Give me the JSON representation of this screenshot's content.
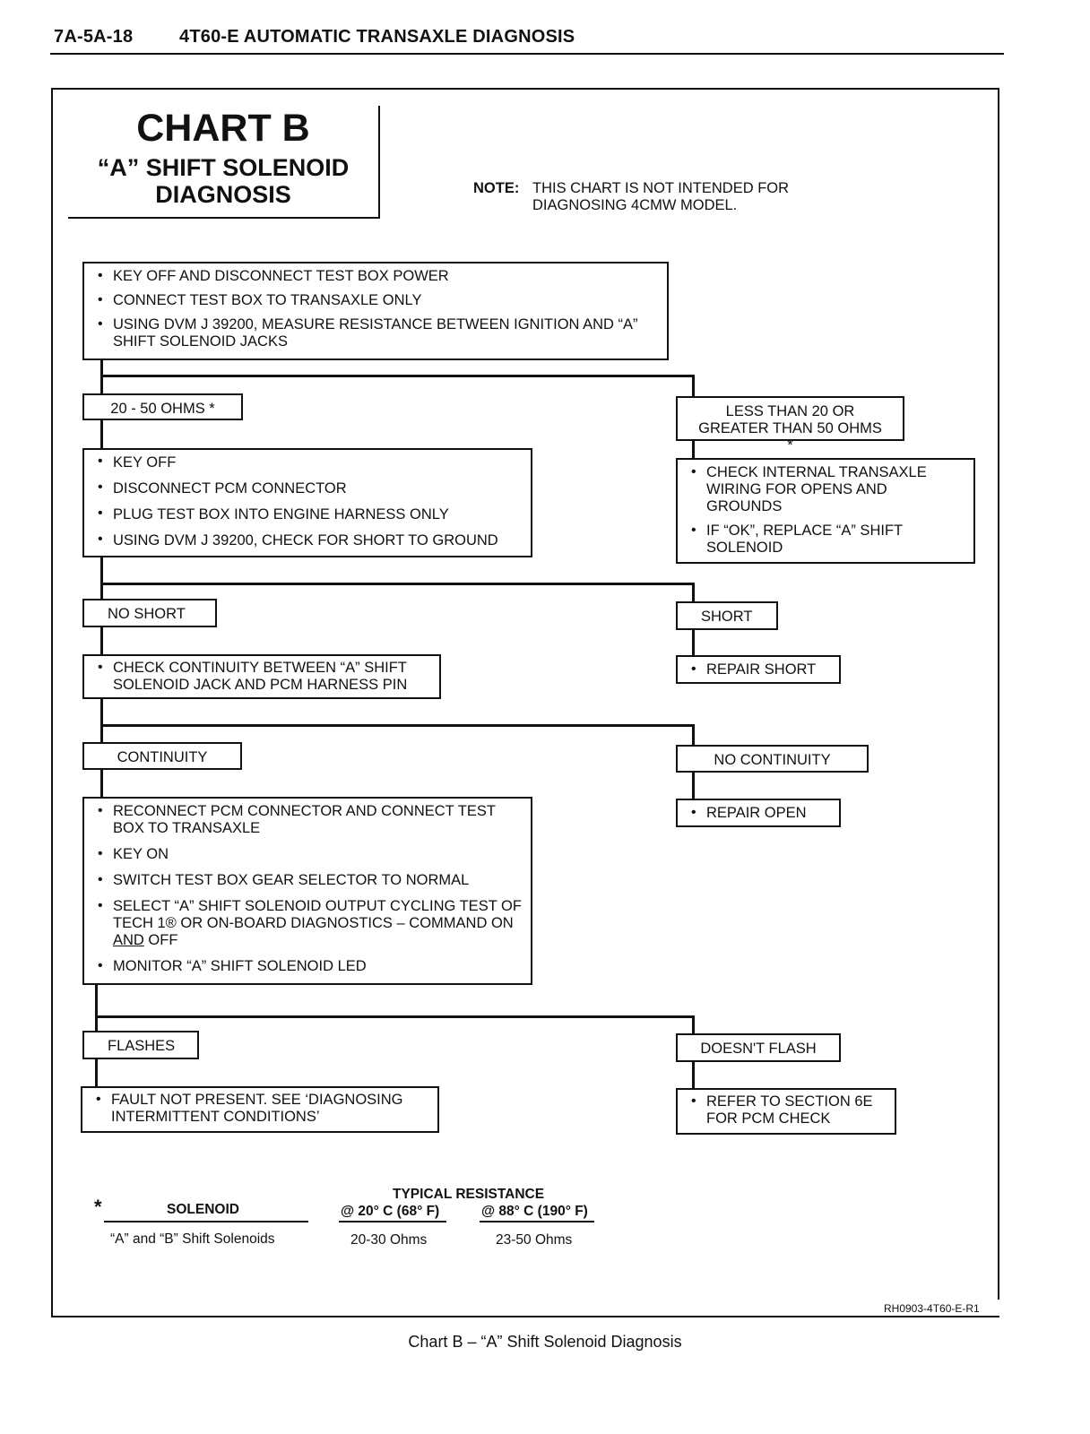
{
  "page_header": {
    "page_number": "7A-5A-18",
    "section_title": "4T60-E AUTOMATIC TRANSAXLE DIAGNOSIS"
  },
  "chart_title": {
    "line1": "CHART B",
    "line2": "“A” SHIFT SOLENOID",
    "line3": "DIAGNOSIS"
  },
  "note": {
    "label": "NOTE:",
    "line1": "THIS CHART IS NOT INTENDED FOR",
    "line2": "DIAGNOSING 4CMW MODEL."
  },
  "step1": {
    "items": [
      "KEY OFF AND DISCONNECT TEST BOX POWER",
      "CONNECT TEST BOX TO TRANSAXLE ONLY",
      "USING DVM J 39200, MEASURE RESISTANCE BETWEEN IGNITION AND “A” SHIFT SOLENOID JACKS"
    ]
  },
  "r1_left": "20 - 50 OHMS *",
  "r1_right": "LESS THAN 20 OR GREATER THAN 50 OHMS *",
  "step2_left": {
    "items": [
      "KEY OFF",
      "DISCONNECT PCM CONNECTOR",
      "PLUG TEST BOX INTO ENGINE HARNESS ONLY",
      "USING DVM J 39200, CHECK FOR SHORT TO GROUND"
    ]
  },
  "step2_right": {
    "items": [
      "CHECK INTERNAL TRANSAXLE WIRING FOR OPENS AND GROUNDS",
      "IF “OK”, REPLACE “A” SHIFT SOLENOID"
    ]
  },
  "r2_left": "NO SHORT",
  "r2_right": "SHORT",
  "step3_left": {
    "items": [
      "CHECK CONTINUITY BETWEEN “A” SHIFT SOLENOID JACK AND PCM HARNESS PIN"
    ]
  },
  "step3_right": {
    "items": [
      "REPAIR SHORT"
    ]
  },
  "r3_left": "CONTINUITY",
  "r3_right": "NO CONTINUITY",
  "step4_right": {
    "items": [
      "REPAIR OPEN"
    ]
  },
  "step4_left": {
    "items": [
      "RECONNECT PCM CONNECTOR AND CONNECT TEST BOX TO TRANSAXLE",
      "KEY ON",
      "SWITCH TEST BOX GEAR SELECTOR TO NORMAL",
      "SELECT “A” SHIFT SOLENOID OUTPUT CYCLING TEST OF TECH 1® OR ON-BOARD DIAGNOSTICS – COMMAND ON AND OFF",
      "MONITOR “A” SHIFT SOLENOID LED"
    ]
  },
  "r4_left": "FLASHES",
  "r4_right": "DOESN'T FLASH",
  "step5_left": {
    "items": [
      "FAULT NOT PRESENT.  SEE ‘DIAGNOSING INTERMITTENT CONDITIONS’"
    ]
  },
  "step5_right": {
    "items": [
      "REFER TO SECTION 6E FOR PCM CHECK"
    ]
  },
  "resistance_table": {
    "asterisk": "*",
    "group_header": "TYPICAL RESISTANCE",
    "col_solenoid": "SOLENOID",
    "col_20c": "@ 20° C (68° F)",
    "col_88c": "@ 88° C (190° F)",
    "row_solenoid": "“A” and “B” Shift Solenoids",
    "row_20c": "20-30 Ohms",
    "row_88c": "23-50 Ohms"
  },
  "figure_code": "RH0903-4T60-E-R1",
  "caption": "Chart B – “A” Shift Solenoid Diagnosis"
}
